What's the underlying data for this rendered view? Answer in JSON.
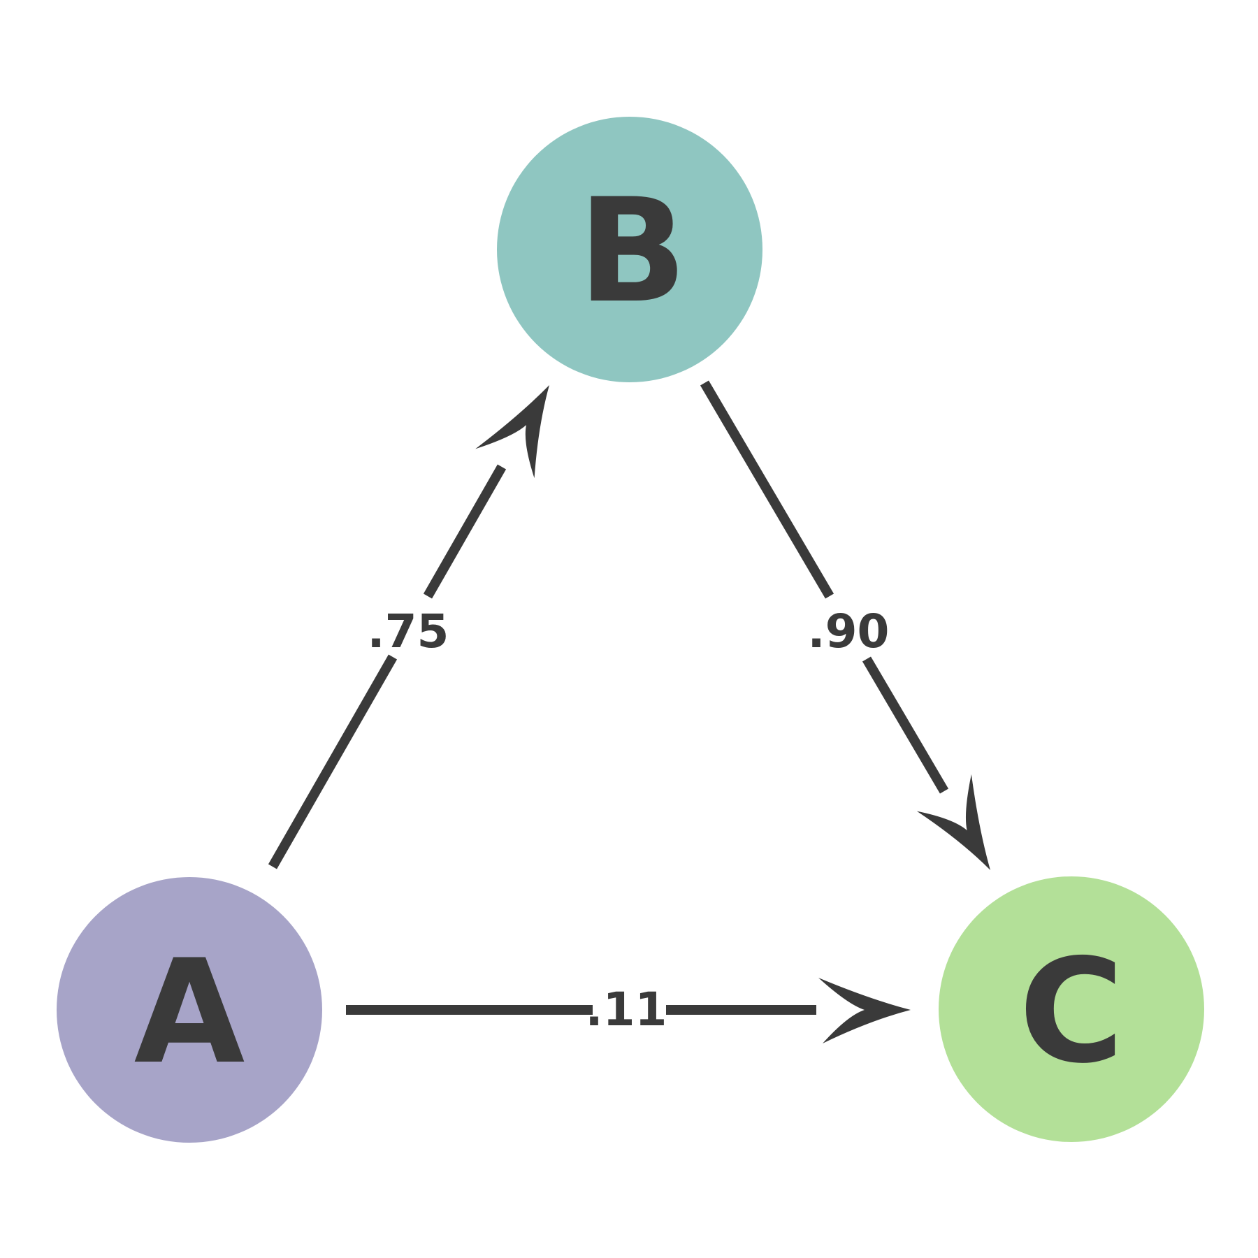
{
  "background_color": "#ffffff",
  "diagram": {
    "type": "directed-graph",
    "edge_color": "#3a3a3a",
    "text_color": "#3a3a3a",
    "nodes": [
      {
        "id": "A",
        "label": "A",
        "color": "#a7a4c8"
      },
      {
        "id": "B",
        "label": "B",
        "color": "#8fc6c1"
      },
      {
        "id": "C",
        "label": "C",
        "color": "#b3e098"
      }
    ],
    "edges": [
      {
        "from": "A",
        "to": "B",
        "label": ".75"
      },
      {
        "from": "B",
        "to": "C",
        "label": ".90"
      },
      {
        "from": "A",
        "to": "C",
        "label": ".11"
      }
    ]
  }
}
